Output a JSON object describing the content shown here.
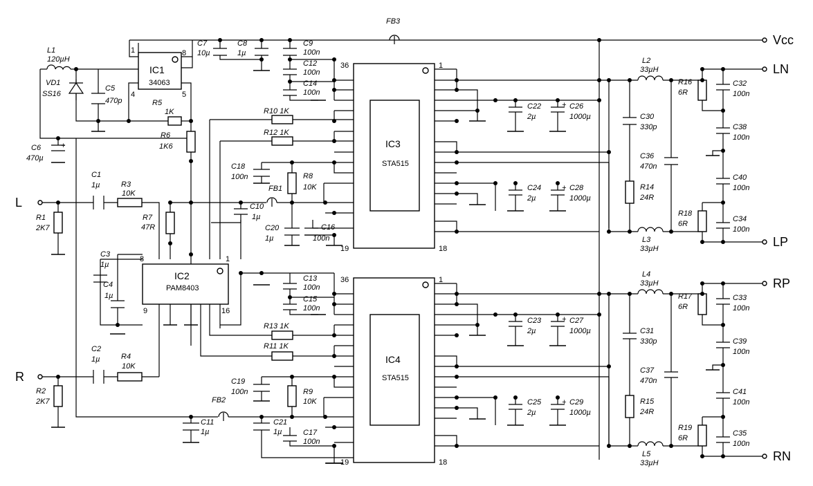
{
  "rails": {
    "vcc": "Vcc",
    "ln": "LN",
    "lp": "LP",
    "rp": "RP",
    "rn": "RN",
    "input_l": "L",
    "input_r": "R"
  },
  "chips": {
    "ic1": {
      "name": "IC1",
      "part": "34063",
      "pins": [
        "1",
        "8",
        "4",
        "5"
      ]
    },
    "ic2": {
      "name": "IC2",
      "part": "PAM8403",
      "pins": [
        "8",
        "1",
        "9",
        "16"
      ]
    },
    "ic3": {
      "name": "IC3",
      "part": "STA515",
      "pins": [
        "36",
        "1",
        "19",
        "18"
      ]
    },
    "ic4": {
      "name": "IC4",
      "part": "STA515",
      "pins": [
        "36",
        "1",
        "19",
        "18"
      ]
    }
  },
  "labels": {
    "fb3": "FB3",
    "fb1": "FB1",
    "fb2": "FB2",
    "l1": "L1",
    "l1v": "120µH",
    "vd1": "VD1",
    "vd1v": "SS16",
    "c5": "C5",
    "c5v": "470p",
    "c6": "C6",
    "c6v": "470µ",
    "c7": "C7",
    "c7v": "10µ",
    "c8": "C8",
    "c8v": "1µ",
    "c9": "C9",
    "c9v": "100n",
    "c12": "C12",
    "c12v": "100n",
    "c14": "C14",
    "c14v": "100n",
    "r5": "R5",
    "r5v": "1K",
    "r6": "R6",
    "r6v": "1K6",
    "r10": "R10 1K",
    "r12": "R12 1K",
    "c18": "C18",
    "c18v": "100n",
    "r8": "R8",
    "r8v": "10K",
    "c1": "C1",
    "c1v": "1µ",
    "r3": "R3",
    "r3v": "10K",
    "r1": "R1",
    "r1v": "2K7",
    "r7": "R7",
    "r7v": "47R",
    "c10": "C10",
    "c10v": "1µ",
    "c20": "C20",
    "c20v": "1µ",
    "c16": "C16",
    "c16v": "100n",
    "c3": "C3",
    "c3v": "1µ",
    "c4": "C4",
    "c4v": "1µ",
    "c13": "C13",
    "c13v": "100n",
    "c15": "C15",
    "c15v": "100n",
    "r13": "R13 1K",
    "r11": "R11 1K",
    "c2": "C2",
    "c2v": "1µ",
    "r4": "R4",
    "r4v": "10K",
    "r2": "R2",
    "r2v": "2K7",
    "c19": "C19",
    "c19v": "100n",
    "r9": "R9",
    "r9v": "10K",
    "c11": "C11",
    "c11v": "1µ",
    "c21": "C21",
    "c21v": "1µ",
    "c17": "C17",
    "c17v": "100n",
    "c22": "C22",
    "c22v": "2µ",
    "c26": "C26",
    "c26v": "1000µ",
    "c24": "C24",
    "c24v": "2µ",
    "c28": "C28",
    "c28v": "1000µ",
    "c23": "C23",
    "c23v": "2µ",
    "c27": "C27",
    "c27v": "1000µ",
    "c25": "C25",
    "c25v": "2µ",
    "c29": "C29",
    "c29v": "1000µ",
    "l2": "L2",
    "l2v": "33µH",
    "l3": "L3",
    "l3v": "33µH",
    "l4": "L4",
    "l4v": "33µH",
    "l5": "L5",
    "l5v": "33µH",
    "c30": "C30",
    "c30v": "330p",
    "c36": "C36",
    "c36v": "470n",
    "r14": "R14",
    "r14v": "24R",
    "c31": "C31",
    "c31v": "330p",
    "c37": "C37",
    "c37v": "470n",
    "r15": "R15",
    "r15v": "24R",
    "r16": "R16",
    "r16v": "6R",
    "r18": "R18",
    "r18v": "6R",
    "r17": "R17",
    "r17v": "6R",
    "r19": "R19",
    "r19v": "6R",
    "c32": "C32",
    "c32v": "100n",
    "c38": "C38",
    "c38v": "100n",
    "c40": "C40",
    "c40v": "100n",
    "c34": "C34",
    "c34v": "100n",
    "c33": "C33",
    "c33v": "100n",
    "c39": "C39",
    "c39v": "100n",
    "c41": "C41",
    "c41v": "100n",
    "c35": "C35",
    "c35v": "100n"
  }
}
